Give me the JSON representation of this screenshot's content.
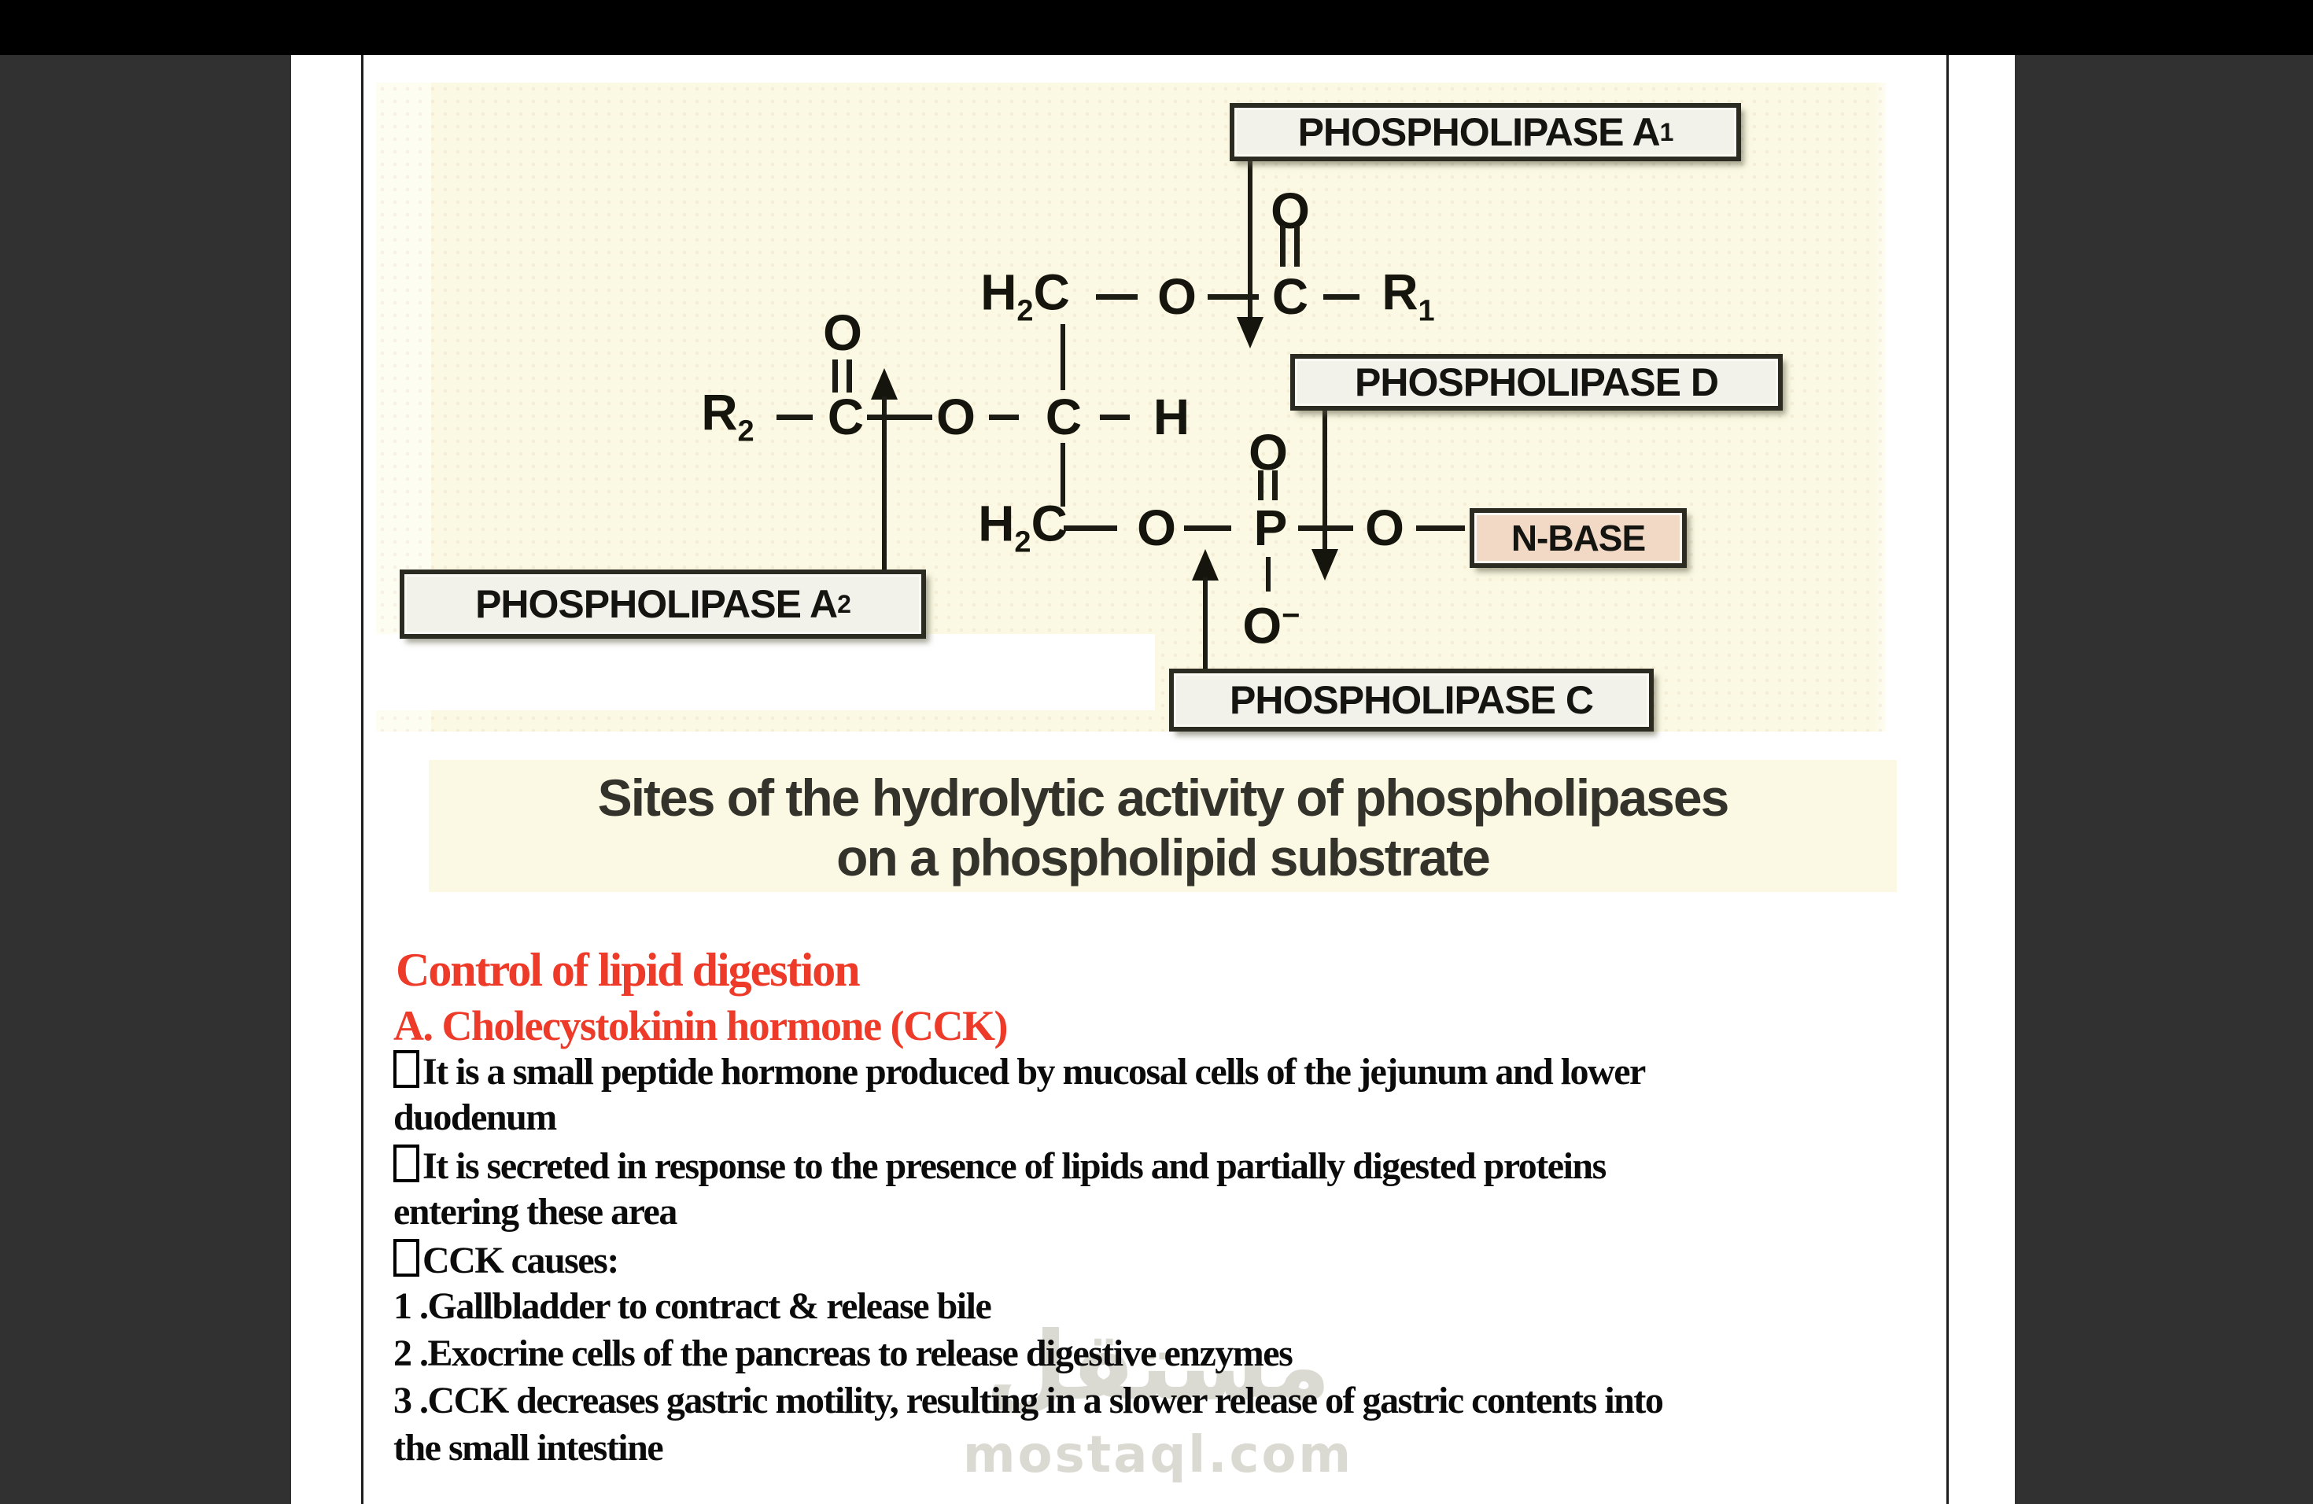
{
  "diagram": {
    "boxes": {
      "a1": {
        "text": "PHOSPHOLIPASE A",
        "sub": "1"
      },
      "d": {
        "text": "PHOSPHOLIPASE D"
      },
      "a2": {
        "text": "PHOSPHOLIPASE A",
        "sub": "2"
      },
      "c": {
        "text": "PHOSPHOLIPASE C"
      },
      "nbase": {
        "text": "N-BASE"
      }
    },
    "atoms": {
      "H": "H",
      "C": "C",
      "O": "O",
      "P": "P",
      "R": "R",
      "sub1": "1",
      "sub2": "2",
      "minus": "−"
    },
    "caption": {
      "line1": "Sites of the hydrolytic activity of phospholipases",
      "line2": "on a phospholipid substrate"
    }
  },
  "content": {
    "heading": "Control of lipid digestion",
    "subheading": "A. Cholecystokinin hormone (CCK)",
    "lines": [
      {
        "bullet": true,
        "text": "It is a small peptide hormone produced by mucosal cells of the jejunum and lower"
      },
      {
        "bullet": false,
        "text": "duodenum"
      },
      {
        "bullet": true,
        "text": "It is secreted in response to the presence of lipids and partially digested proteins"
      },
      {
        "bullet": false,
        "text": "entering these area"
      },
      {
        "bullet": true,
        "text": "CCK causes:"
      },
      {
        "bullet": false,
        "text": "1 .Gallbladder to contract & release bile"
      },
      {
        "bullet": false,
        "text": "2 .Exocrine cells of the pancreas to release digestive enzymes"
      },
      {
        "bullet": false,
        "text": "3 .CCK decreases gastric motility, resulting in a slower release of gastric contents into"
      },
      {
        "bullet": false,
        "text": "the small intestine"
      }
    ]
  },
  "watermark": {
    "arabic": "مستقل",
    "domain": "mostaql.com"
  },
  "colors": {
    "accent_red": "#ee3a28",
    "cream": "#fbf9e3",
    "nbase_bg": "#f2d9c6",
    "side_gray": "#313131"
  }
}
